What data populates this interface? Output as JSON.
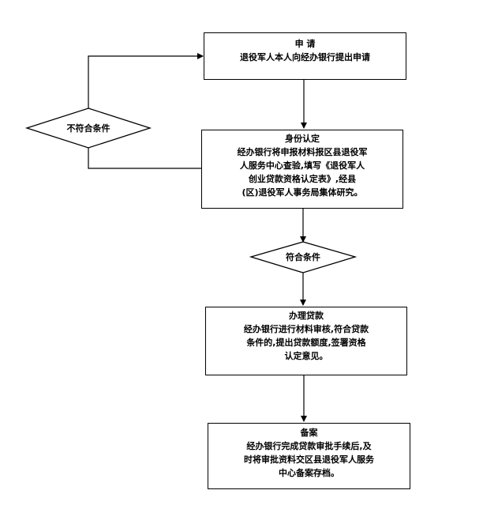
{
  "nodes": {
    "apply": {
      "title": "申  请",
      "body": "退役军人本人向经办银行提出申请"
    },
    "identity": {
      "title": "身份认定",
      "body": "经办银行将申报材料报区县退役军\n人服务中心查验,填写《退役军人\n创业贷款资格认定表》,经县\n(区)退役军人事务局集体研究。"
    },
    "loan": {
      "title": "办理贷款",
      "body": "经办银行进行材料审核,符合贷款\n条件的,提出贷款额度,签署资格\n认定意见。"
    },
    "record": {
      "title": "备案",
      "body": "经办银行完成贷款审批手续后,及\n时将审批资料交区县退役军人服务\n中心备案存档。"
    }
  },
  "decisions": {
    "not_eligible": "不符合条件",
    "eligible": "符合条件"
  }
}
